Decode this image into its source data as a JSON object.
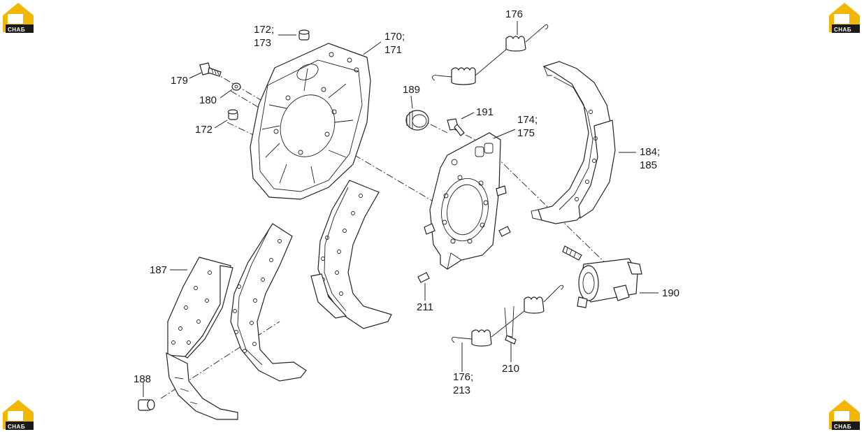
{
  "logo": {
    "mark": "H3",
    "text": "CHAБ",
    "icon": "house-logo-icon",
    "color": "#f2b705"
  },
  "callouts": [
    {
      "id": "c176-top",
      "lines": [
        "176"
      ]
    },
    {
      "id": "c172-173",
      "lines": [
        "172;",
        "173"
      ]
    },
    {
      "id": "c170-171",
      "lines": [
        "170;",
        "171"
      ]
    },
    {
      "id": "c179",
      "lines": [
        "179"
      ]
    },
    {
      "id": "c180",
      "lines": [
        "180"
      ]
    },
    {
      "id": "c172",
      "lines": [
        "172"
      ]
    },
    {
      "id": "c189",
      "lines": [
        "189"
      ]
    },
    {
      "id": "c191",
      "lines": [
        "191"
      ]
    },
    {
      "id": "c174-175",
      "lines": [
        "174;",
        "175"
      ]
    },
    {
      "id": "c184-185",
      "lines": [
        "184;",
        "185"
      ]
    },
    {
      "id": "c187",
      "lines": [
        "187"
      ]
    },
    {
      "id": "c188",
      "lines": [
        "188"
      ]
    },
    {
      "id": "c211",
      "lines": [
        "211"
      ]
    },
    {
      "id": "c190",
      "lines": [
        "190"
      ]
    },
    {
      "id": "c210",
      "lines": [
        "210"
      ]
    },
    {
      "id": "c176-213",
      "lines": [
        "176;",
        "213"
      ]
    }
  ]
}
